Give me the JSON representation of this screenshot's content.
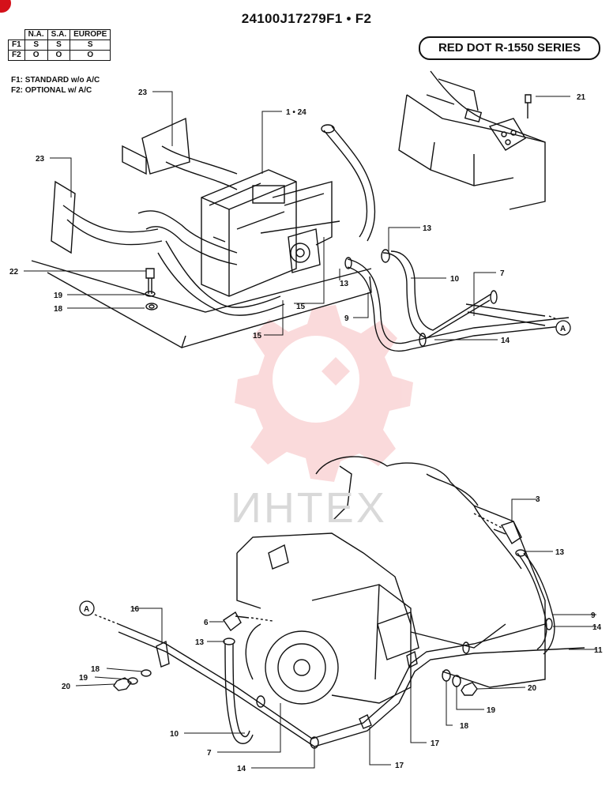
{
  "header": {
    "title": "24100J17279F1 • F2",
    "series_label": "RED DOT R-1550 SERIES"
  },
  "selection_table": {
    "columns": [
      "N.A.",
      "S.A.",
      "EUROPE"
    ],
    "rows": [
      {
        "key": "F1",
        "values": [
          "S",
          "S",
          "S"
        ]
      },
      {
        "key": "F2",
        "values": [
          "O",
          "O",
          "O"
        ]
      }
    ]
  },
  "notes": [
    "F1: STANDARD w/o A/C",
    "F2: OPTIONAL w/ A/C"
  ],
  "watermark": {
    "text": "ИНТЕХ"
  },
  "callouts": {
    "c21": "21",
    "c23a": "23",
    "c124": "1 • 24",
    "c23b": "23",
    "c13a": "13",
    "c10a": "10",
    "c7a": "7",
    "c22": "22",
    "c13b": "13",
    "c19a": "19",
    "c18a": "18",
    "c15a": "15",
    "c9a": "9",
    "c15b": "15",
    "c14a": "14",
    "cAa": "A",
    "c3": "3",
    "c13c": "13",
    "cAb": "A",
    "c16": "16",
    "c6": "6",
    "c13d": "13",
    "c9b": "9",
    "c14b": "14",
    "c11": "11",
    "c18b": "18",
    "c19b": "19",
    "c20a": "20",
    "c20b": "20",
    "c19c": "19",
    "c18c": "18",
    "c10b": "10",
    "c7b": "7",
    "c17a": "17",
    "c14c": "14",
    "c17b": "17"
  }
}
